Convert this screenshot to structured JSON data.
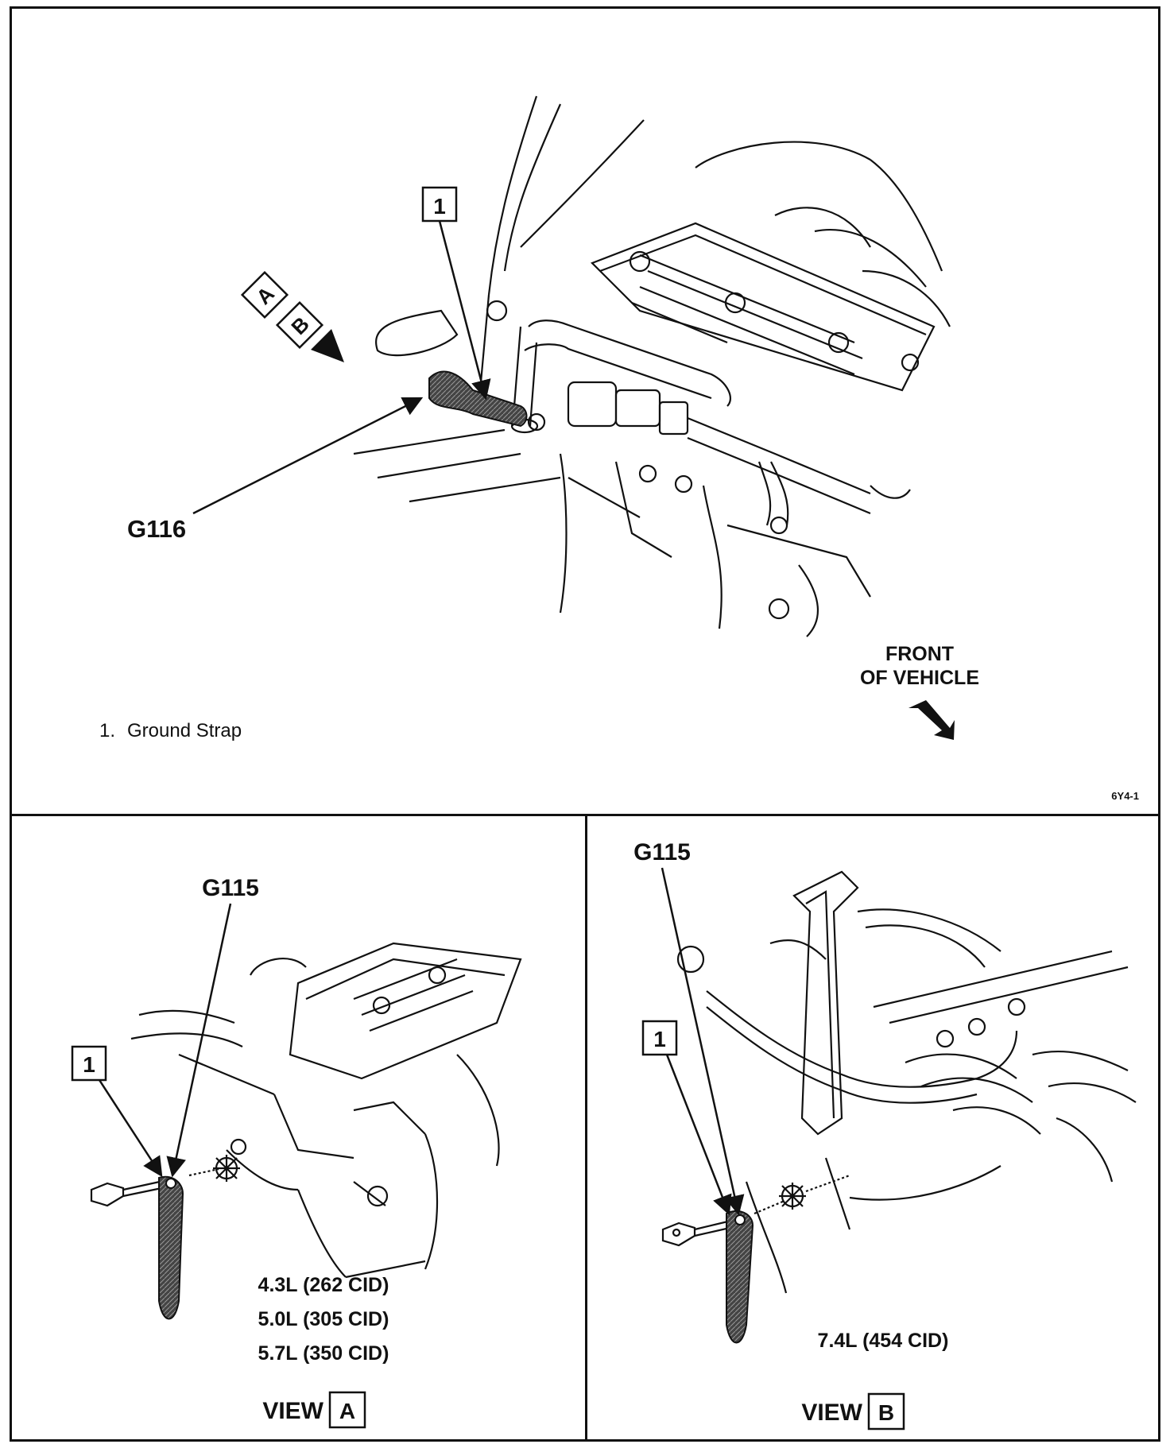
{
  "top": {
    "callout": "1",
    "view_tag_a": "A",
    "view_tag_b": "B",
    "ground_label": "G116",
    "front_line1": "FRONT",
    "front_line2": "OF VEHICLE",
    "legend_number": "1.",
    "legend_text": "Ground Strap",
    "fig_code": "6Y4-1"
  },
  "view_a": {
    "ground_label": "G115",
    "callout": "1",
    "engines": [
      "4.3L (262 CID)",
      "5.0L (305 CID)",
      "5.7L (350 CID)"
    ],
    "view_word": "VIEW",
    "view_letter": "A"
  },
  "view_b": {
    "ground_label": "G115",
    "callout": "1",
    "engines": [
      "7.4L (454 CID)"
    ],
    "view_word": "VIEW",
    "view_letter": "B"
  }
}
